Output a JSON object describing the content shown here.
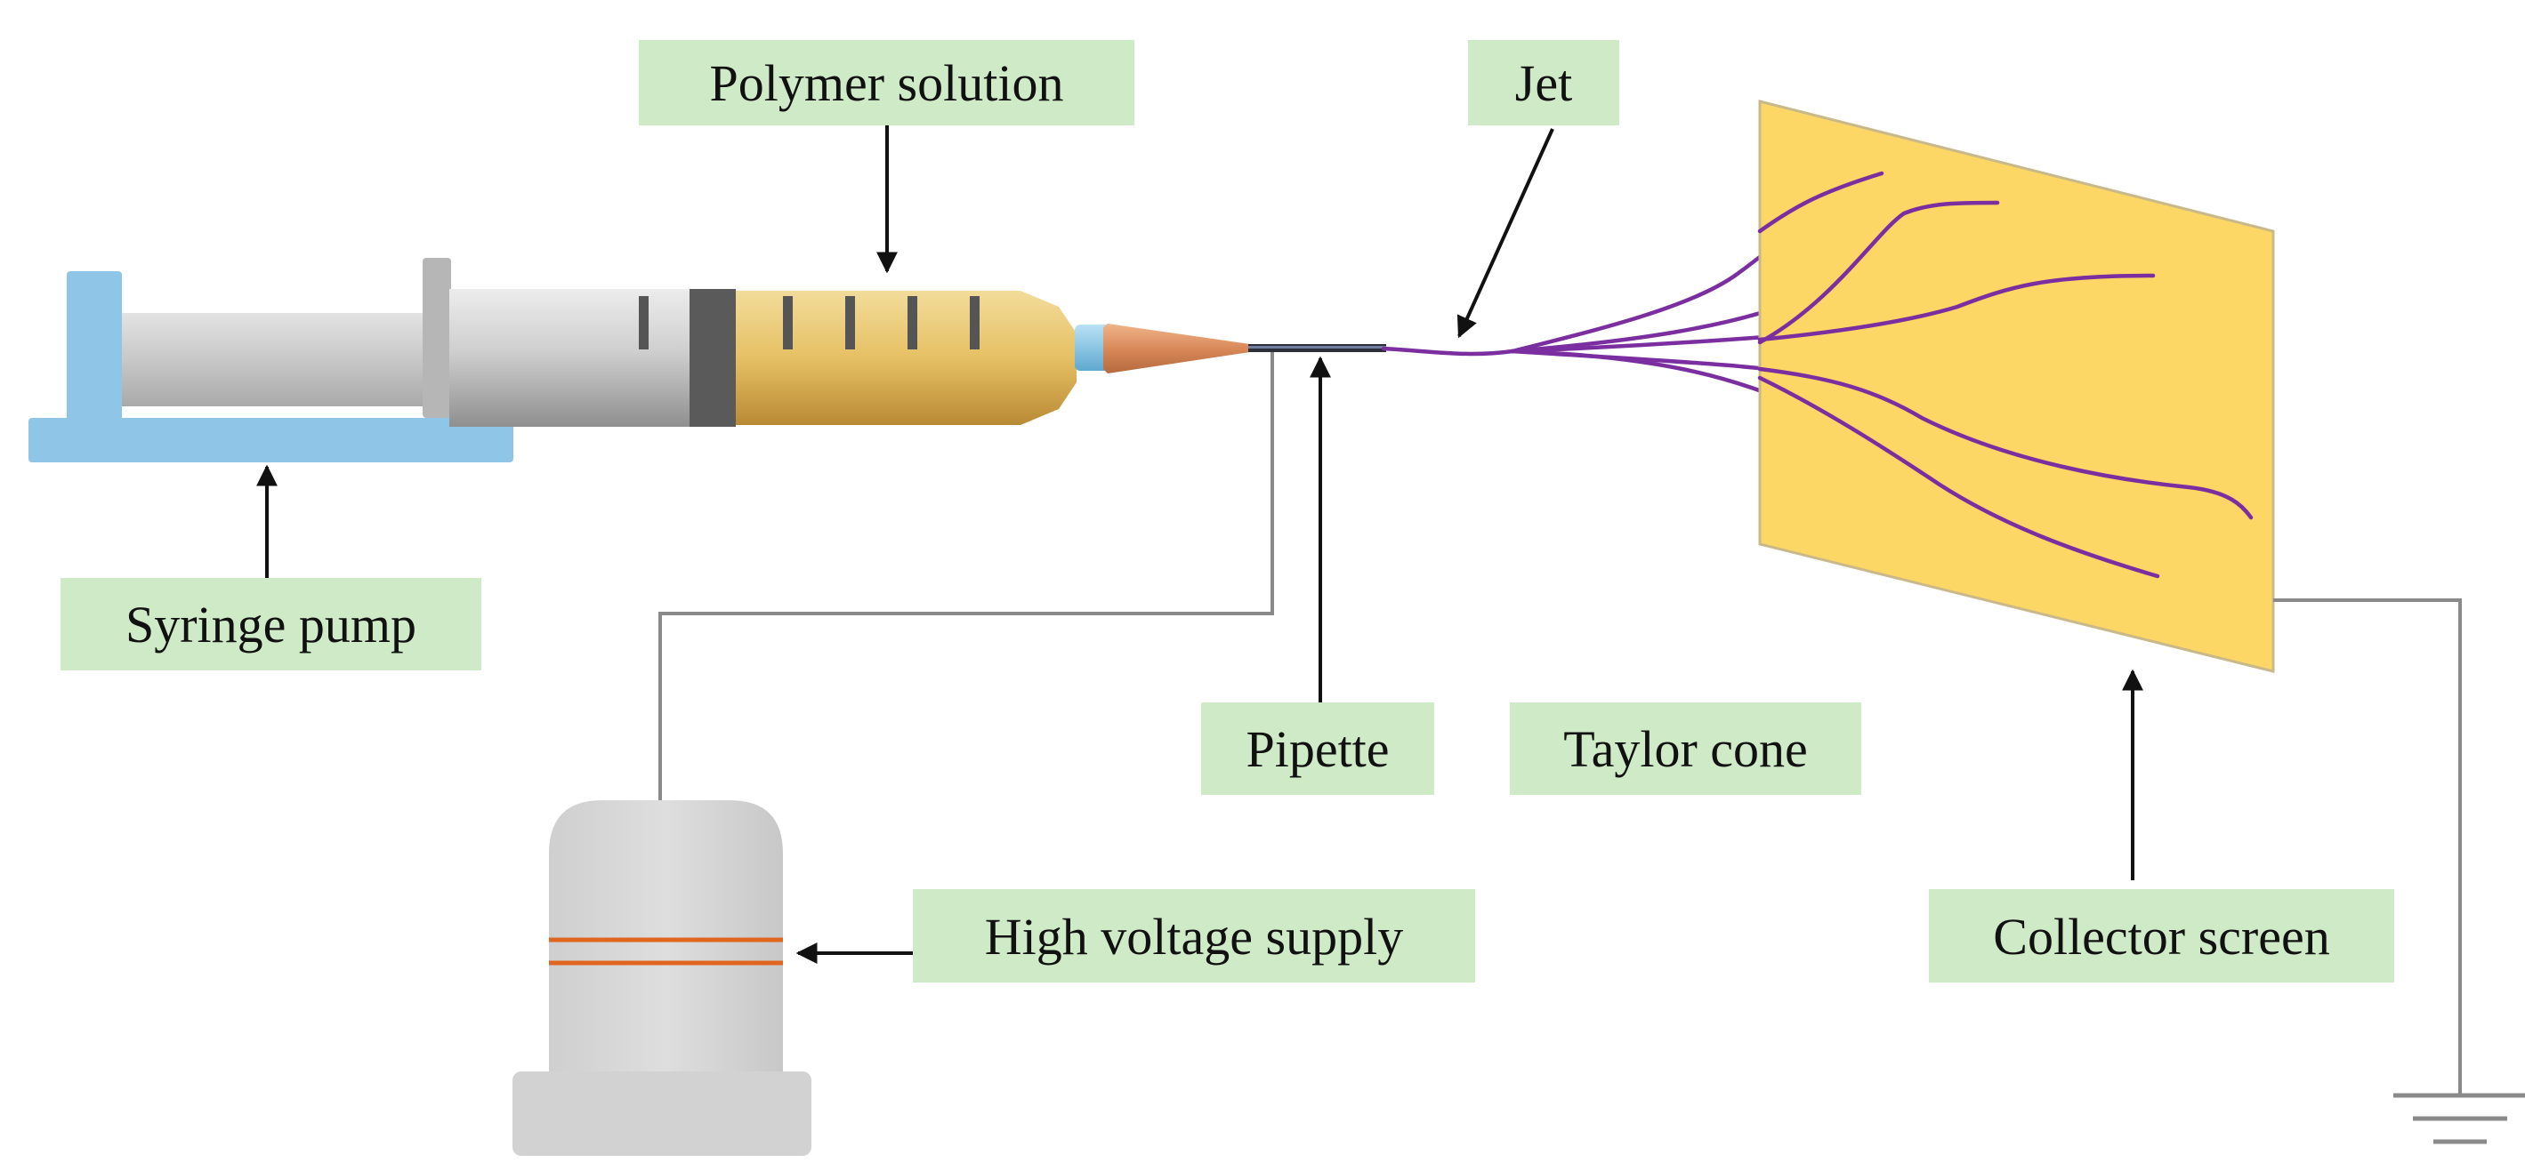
{
  "labels": {
    "polymer_solution": "Polymer solution",
    "jet": "Jet",
    "syringe_pump": "Syringe pump",
    "pipette": "Pipette",
    "taylor_cone": "Taylor cone",
    "high_voltage_supply": "High voltage supply",
    "collector_screen": "Collector screen"
  },
  "colors": {
    "label_background": "#cfeac7",
    "pump_frame": "#8fc6e8",
    "syringe_barrel": "#c9c9c9",
    "polymer_solution": "#e8c36a",
    "collector_screen": "#fcd765",
    "fiber": "#7a2ea0",
    "cone": "#d9895a",
    "supply_body": "#d7d7d7",
    "supply_stripe": "#e0651f",
    "wire": "#8a8a8a"
  },
  "icons": [
    "syringe-pump-icon",
    "syringe-icon",
    "taylor-cone-icon",
    "high-voltage-supply-icon",
    "collector-screen-icon",
    "ground-icon"
  ]
}
